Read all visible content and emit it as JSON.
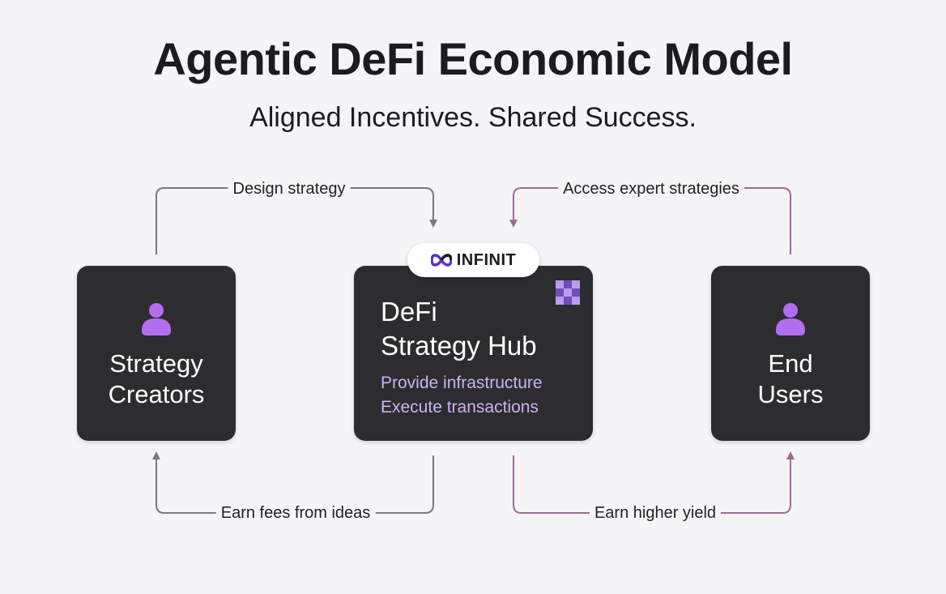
{
  "header": {
    "title": "Agentic DeFi Economic Model",
    "subtitle": "Aligned Incentives. Shared Success."
  },
  "nodes": {
    "creators": {
      "line1": "Strategy",
      "line2": "Creators",
      "icon": "person-icon"
    },
    "hub": {
      "brand": "INFINIT",
      "brand_icon": "infinity-logo-icon",
      "line1": "DeFi",
      "line2": "Strategy Hub",
      "desc1": "Provide infrastructure",
      "desc2": "Execute transactions",
      "icon": "checker-grid-icon"
    },
    "users": {
      "line1": "End",
      "line2": "Users",
      "icon": "person-icon"
    }
  },
  "flows": {
    "design_strategy": "Design strategy",
    "access_strategies": "Access expert strategies",
    "earn_fees": "Earn fees from ideas",
    "earn_yield": "Earn higher yield"
  },
  "colors": {
    "card": "#2d2d2f",
    "accent_purple": "#b36ef0",
    "hub_desc": "#c9b3f5",
    "grey_connector": "#7a7a7e",
    "mauve_connector": "#a06a92"
  }
}
